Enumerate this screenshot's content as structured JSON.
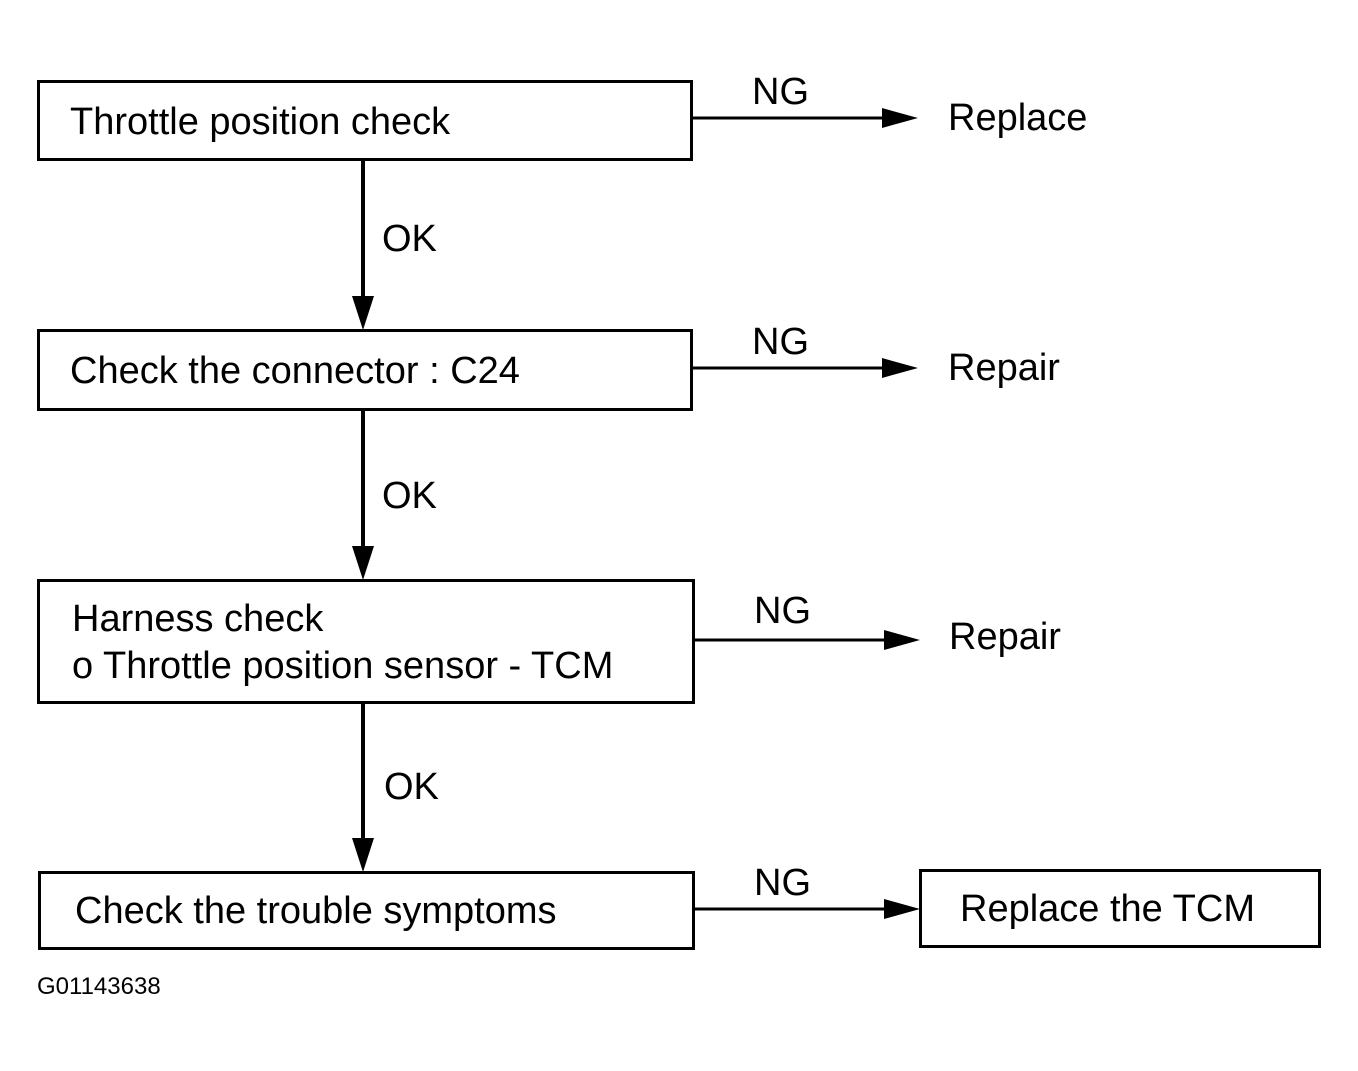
{
  "steps": [
    {
      "text": "Throttle position check",
      "ok": "OK",
      "ng": "NG",
      "result": "Replace"
    },
    {
      "text": "Check the connector : C24",
      "ok": "OK",
      "ng": "NG",
      "result": "Repair"
    },
    {
      "text_line1": "Harness check",
      "text_line2": "o Throttle position sensor - TCM",
      "ok": "OK",
      "ng": "NG",
      "result": "Repair"
    },
    {
      "text": "Check the trouble symptoms",
      "ng": "NG",
      "result": "Replace the TCM"
    }
  ],
  "figure_id": "G01143638"
}
